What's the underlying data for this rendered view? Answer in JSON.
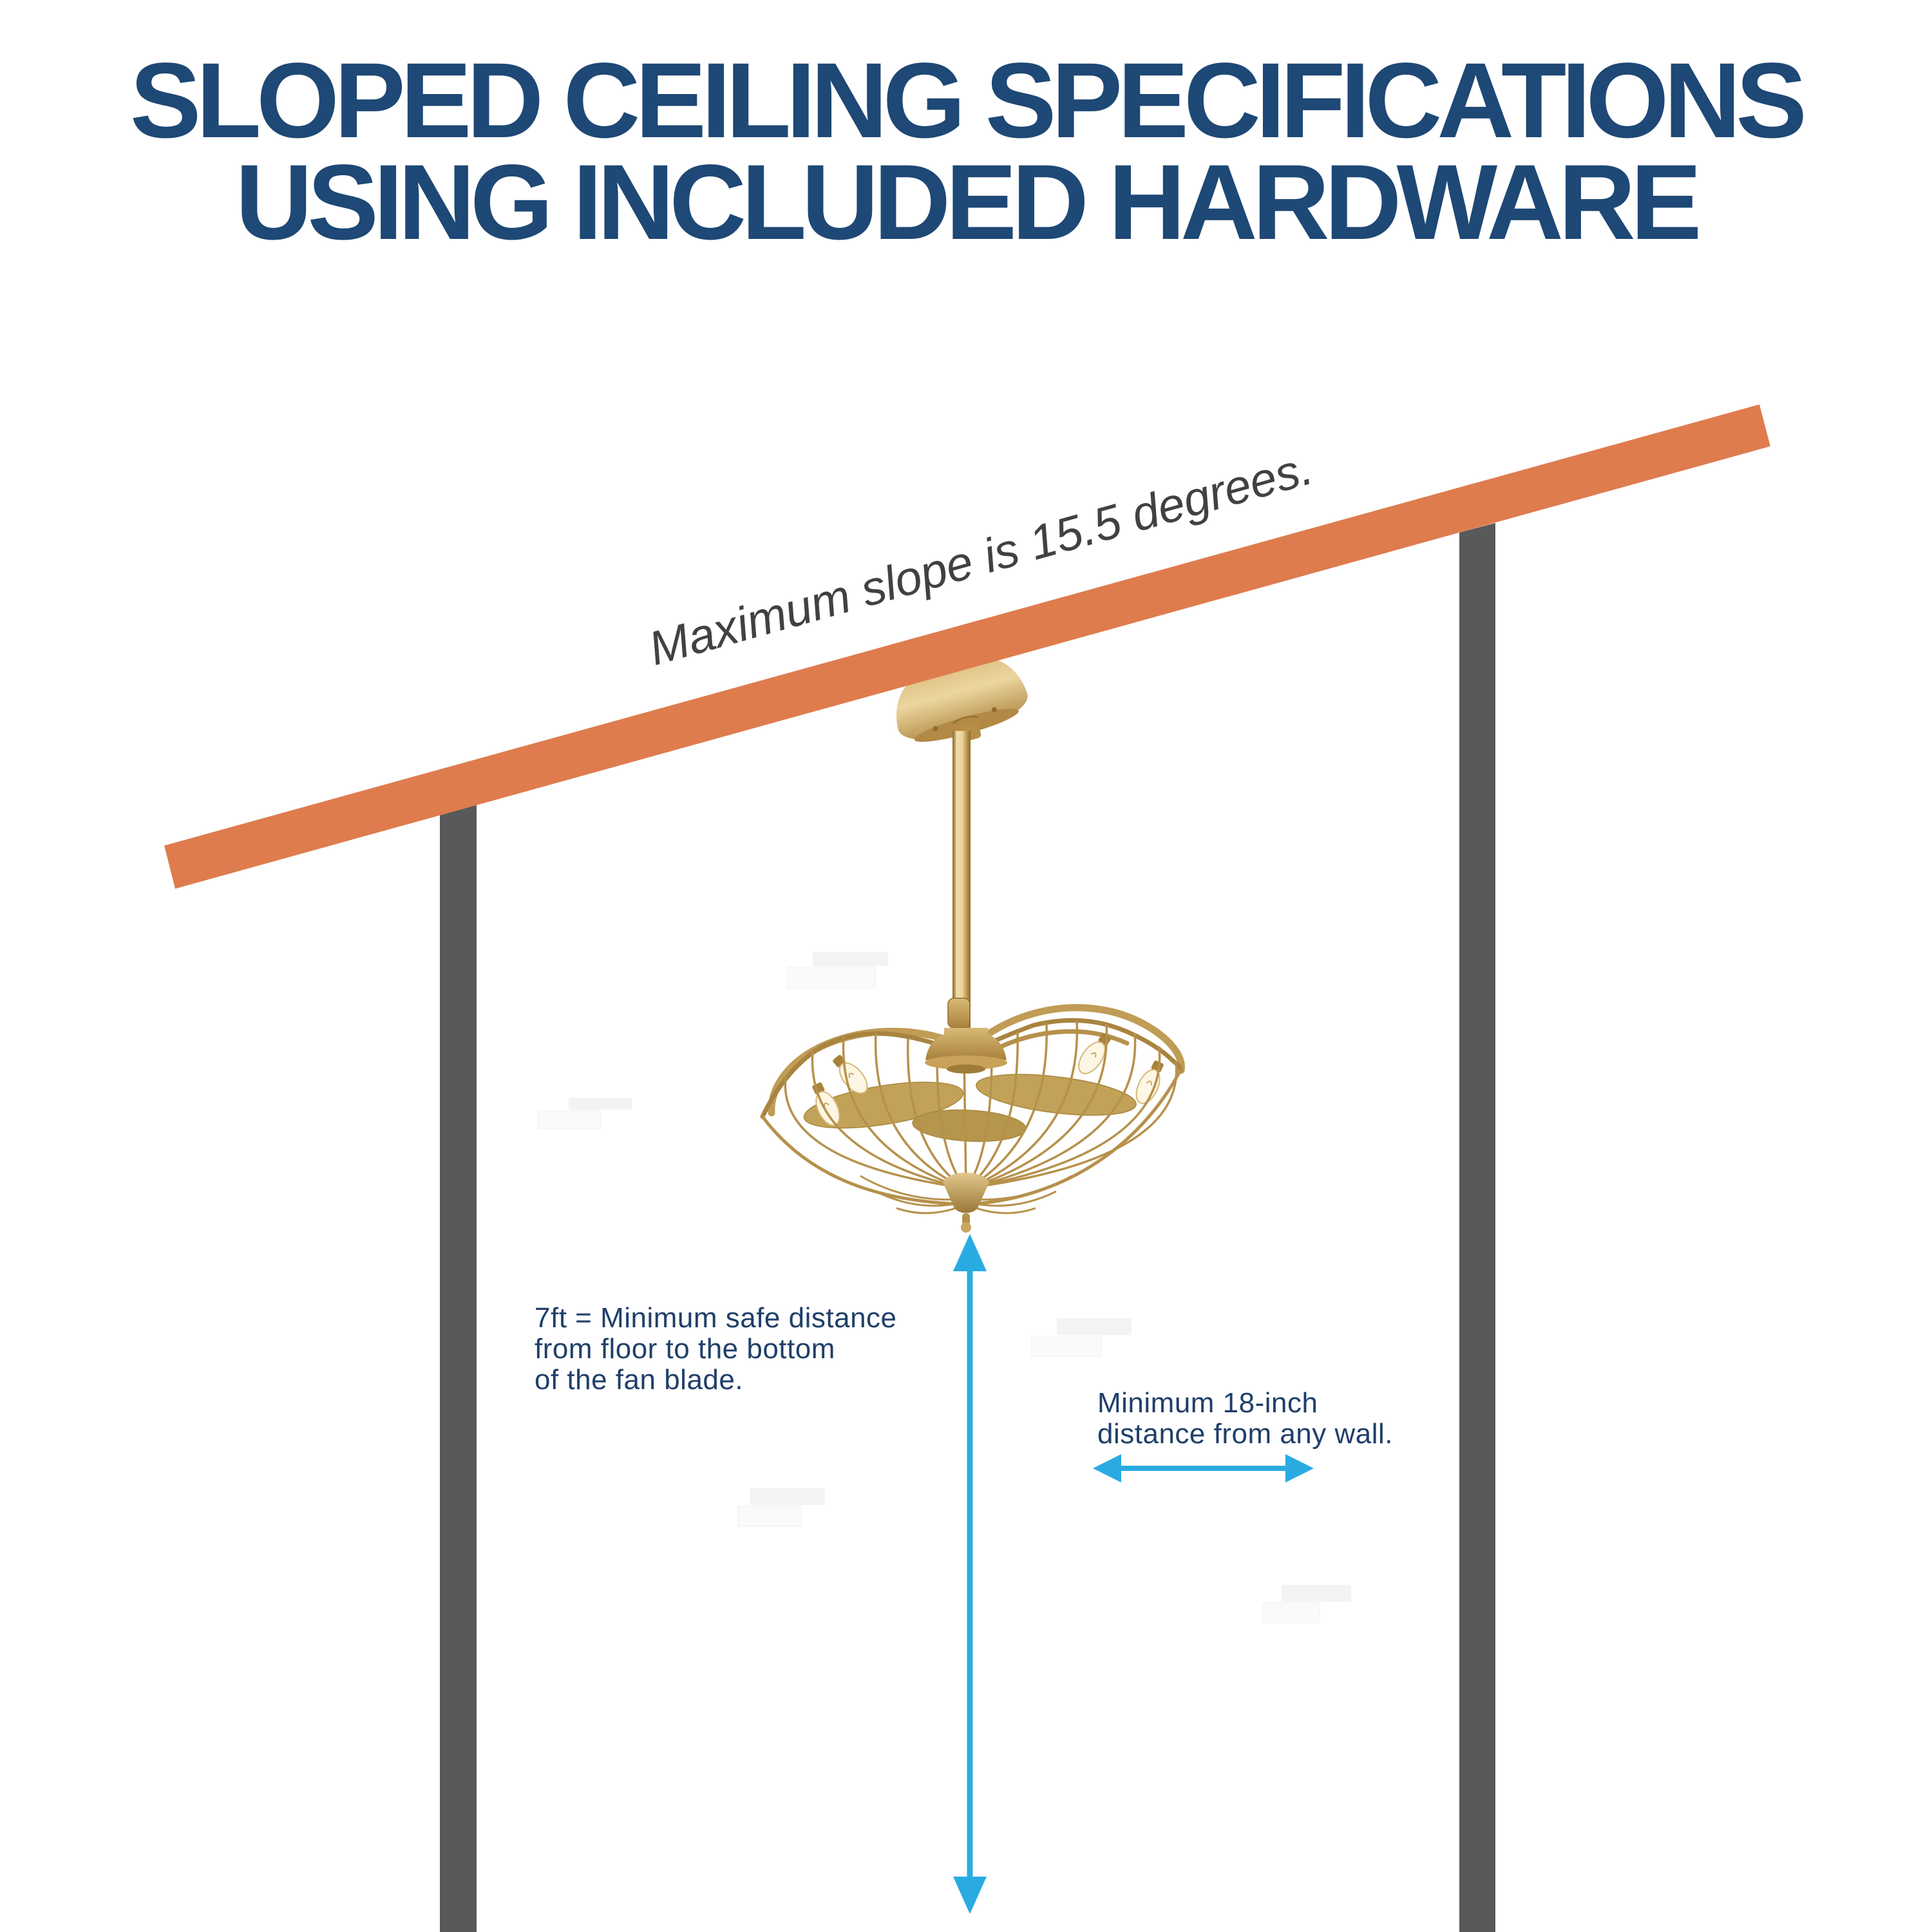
{
  "title": {
    "line1": "SLOPED CEILING SPECIFICATIONS",
    "line2": "USING INCLUDED HARDWARE"
  },
  "diagram": {
    "slope_label": "Maximum slope is 15.5 degrees.",
    "max_slope_degrees": 15.5,
    "floor_clearance": {
      "value": "7ft",
      "line1": "7ft = Minimum safe distance",
      "line2": "from floor to the bottom",
      "line3": "of the fan blade."
    },
    "wall_clearance": {
      "value": "18-inch",
      "line1": "Minimum 18-inch",
      "line2": "distance from any wall."
    }
  },
  "colors": {
    "background": "#FFFFFF",
    "title_navy": "#1E4875",
    "body_navy": "#1F3F69",
    "slope_text_gray": "#414042",
    "ceiling_orange": "#DE7C4E",
    "wall_gray": "#58595B",
    "arrow_cyan": "#29ABE2",
    "fan_gold_light": "#EAD3A0",
    "fan_gold_mid": "#CBA45C",
    "fan_gold_dark": "#A07C38",
    "fan_wire": "#B6914C",
    "watermark_gray": "#EBEBEB",
    "watermark_white": "#F7F7F7"
  }
}
